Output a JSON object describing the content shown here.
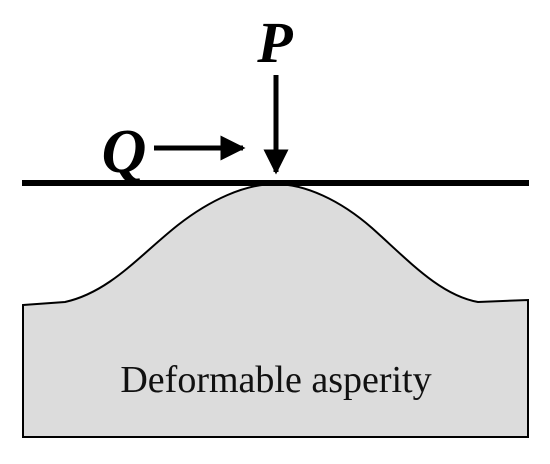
{
  "diagram": {
    "force_normal_label": "P",
    "force_tangential_label": "Q",
    "body_label": "Deformable asperity",
    "colors": {
      "body_fill": "#dcdcdc",
      "stroke": "#000000",
      "text": "#111111"
    }
  }
}
